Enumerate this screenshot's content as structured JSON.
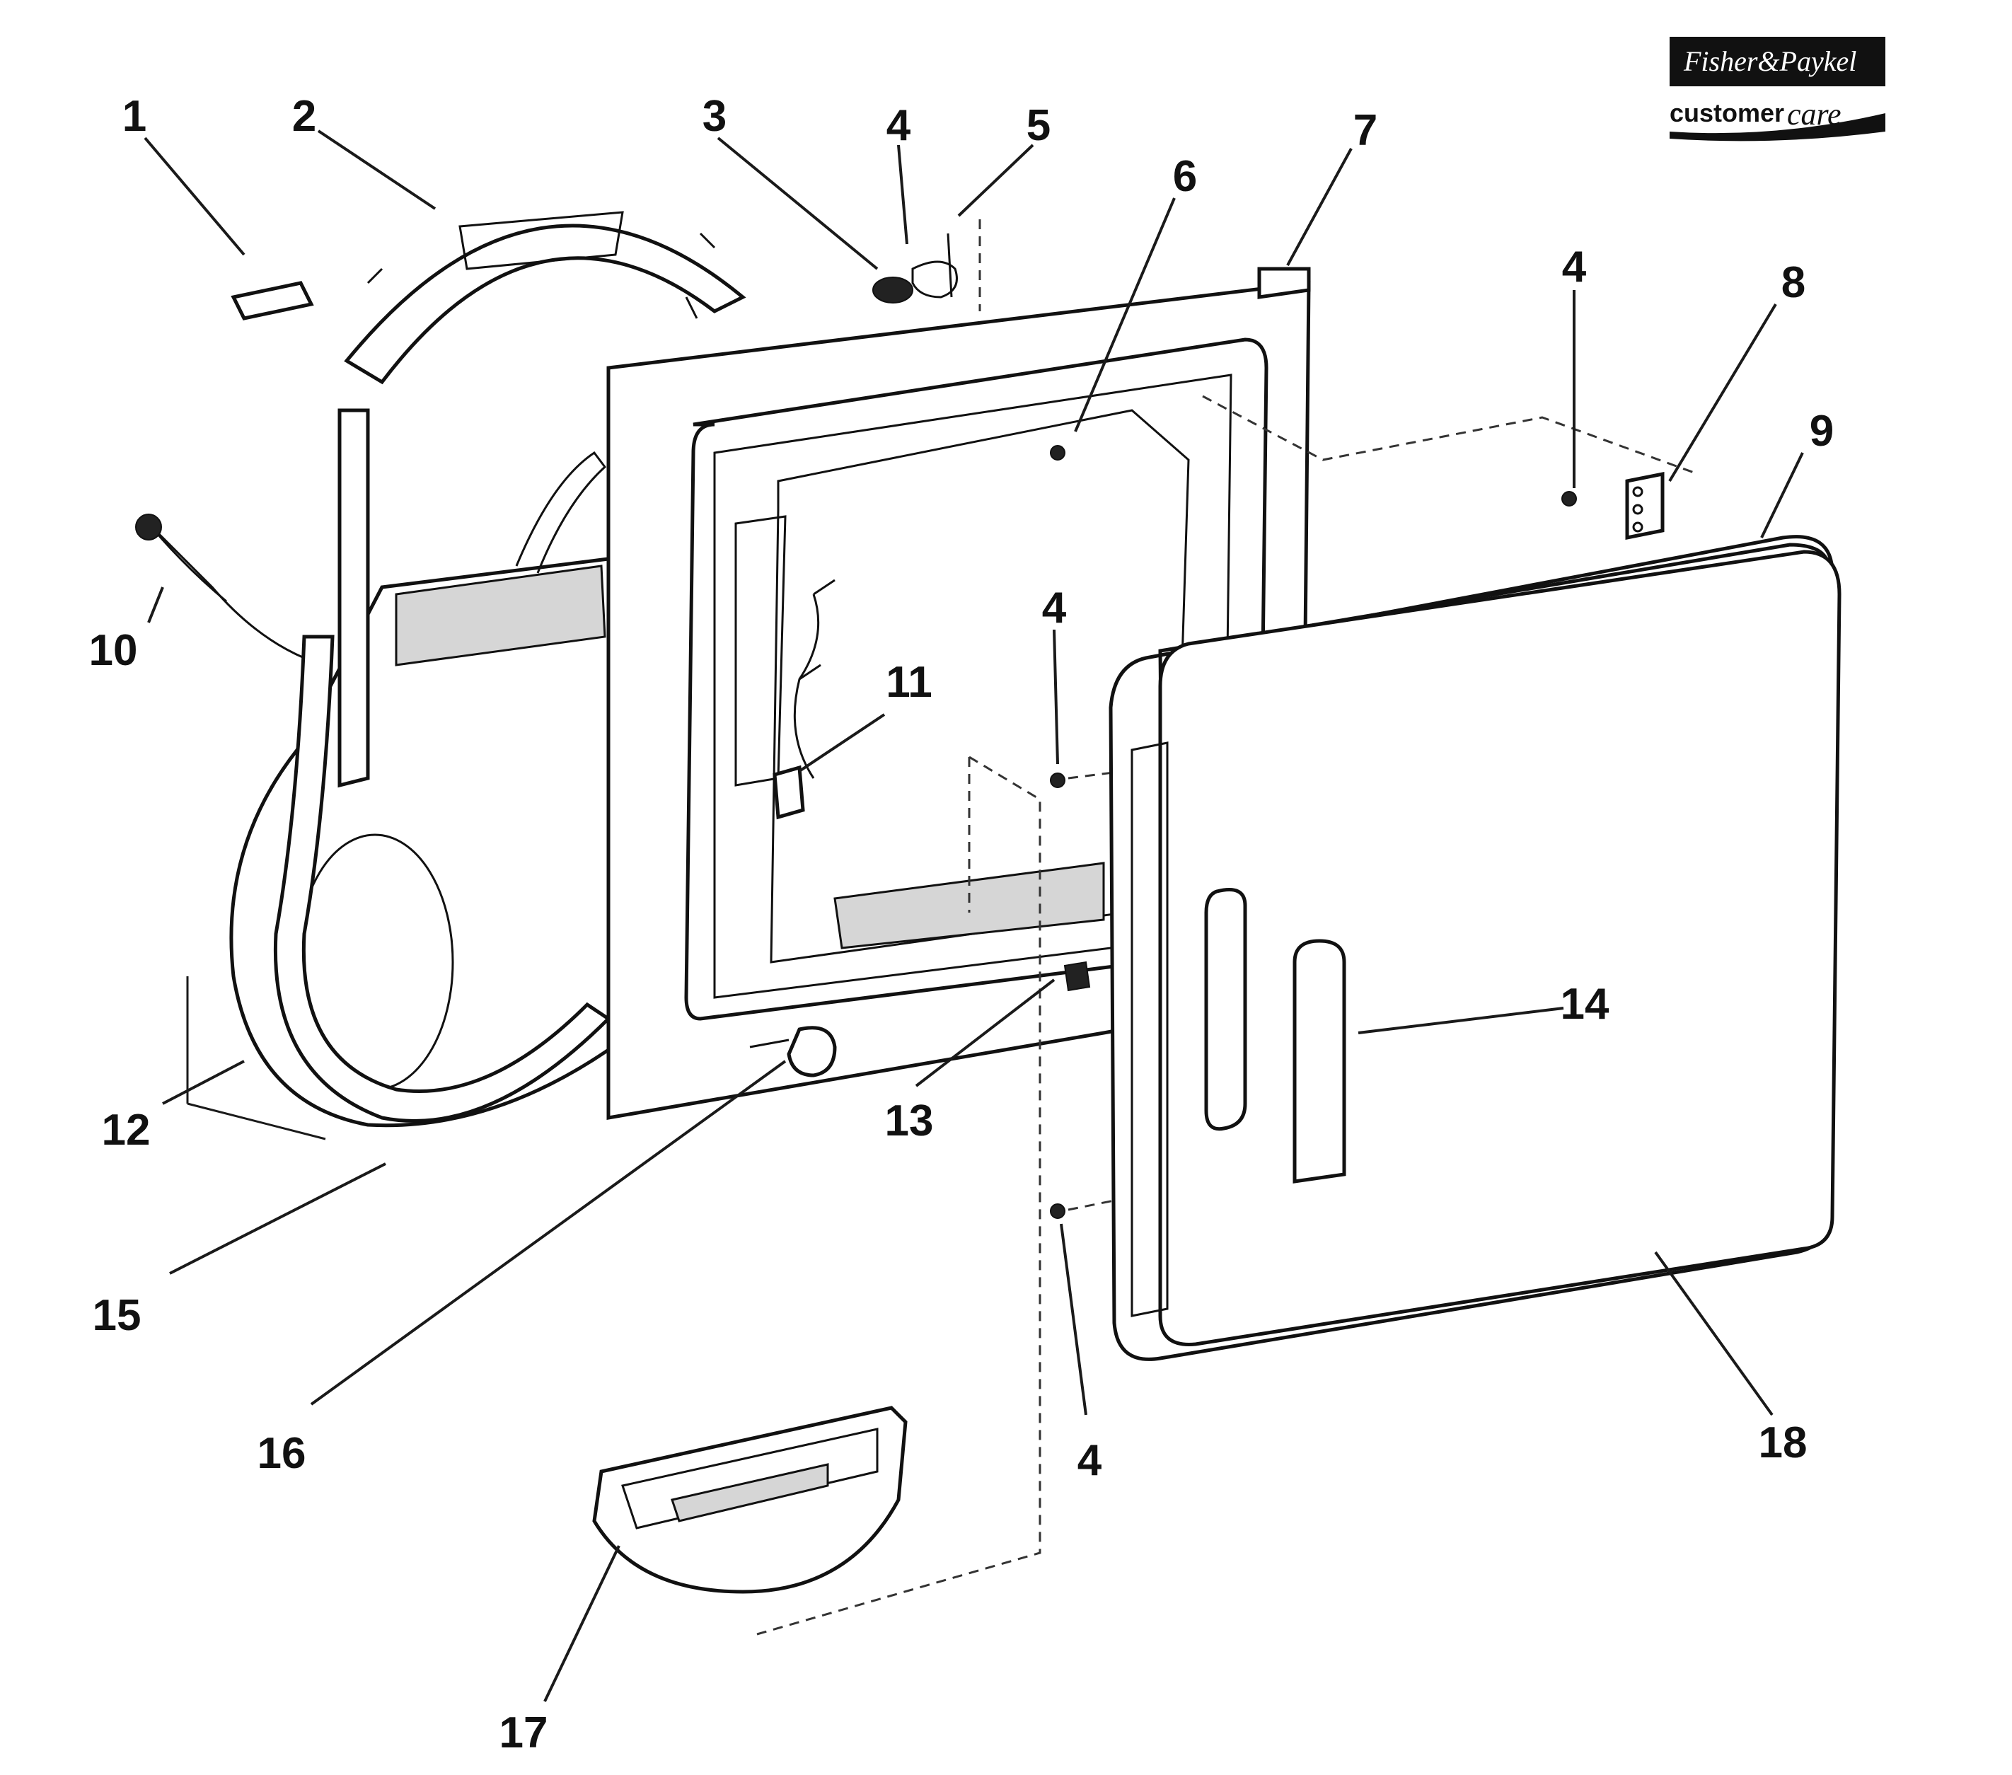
{
  "diagram": {
    "brand": {
      "top_text": "Fisher&Paykel",
      "bottom_text_a": "customer",
      "bottom_text_b": "care"
    },
    "callouts": [
      {
        "id": "c1",
        "label": "1"
      },
      {
        "id": "c2",
        "label": "2"
      },
      {
        "id": "c3",
        "label": "3"
      },
      {
        "id": "c4a",
        "label": "4"
      },
      {
        "id": "c5",
        "label": "5"
      },
      {
        "id": "c6",
        "label": "6"
      },
      {
        "id": "c7",
        "label": "7"
      },
      {
        "id": "c4b",
        "label": "4"
      },
      {
        "id": "c8",
        "label": "8"
      },
      {
        "id": "c9",
        "label": "9"
      },
      {
        "id": "c10",
        "label": "10"
      },
      {
        "id": "c4c",
        "label": "4"
      },
      {
        "id": "c11",
        "label": "11"
      },
      {
        "id": "c14",
        "label": "14"
      },
      {
        "id": "c12",
        "label": "12"
      },
      {
        "id": "c13",
        "label": "13"
      },
      {
        "id": "c15",
        "label": "15"
      },
      {
        "id": "c16",
        "label": "16"
      },
      {
        "id": "c4d",
        "label": "4"
      },
      {
        "id": "c18",
        "label": "18"
      },
      {
        "id": "c17",
        "label": "17"
      }
    ]
  }
}
